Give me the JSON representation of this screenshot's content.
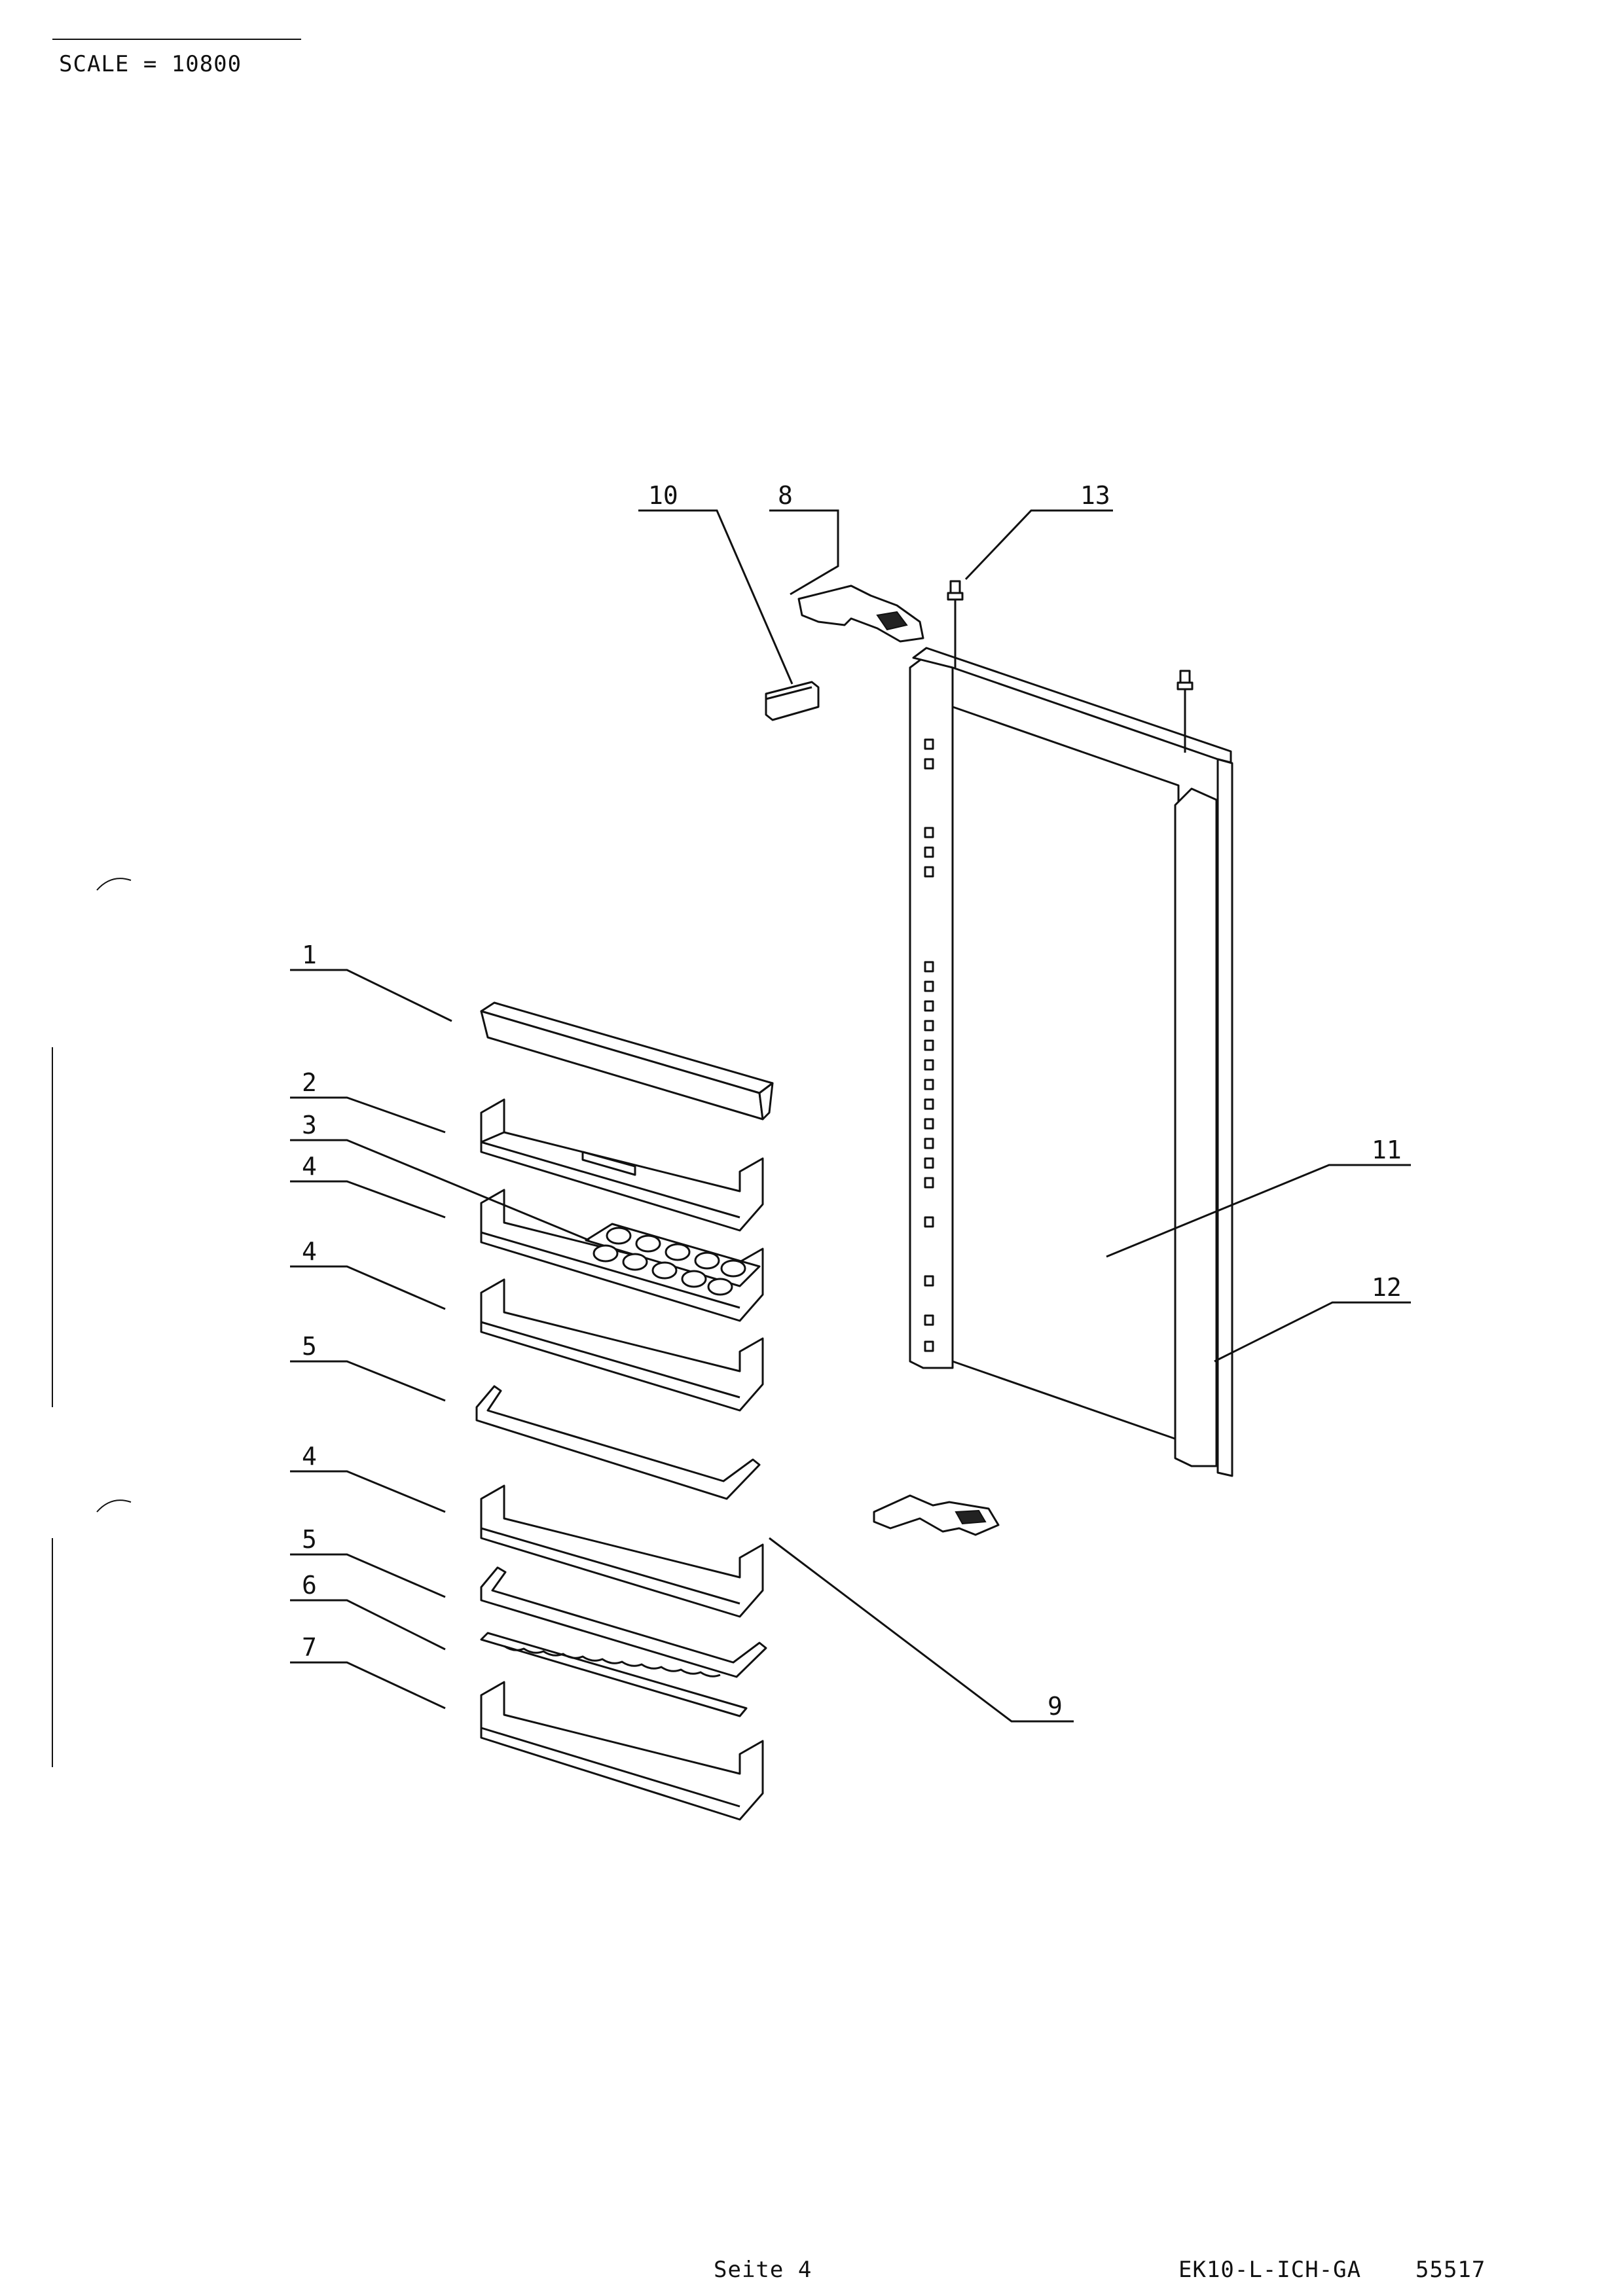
{
  "header": {
    "scale_label": "SCALE = 10800"
  },
  "footer": {
    "page_label": "Seite 4",
    "model_code": "EK10-L-ICH-GA",
    "doc_number": "55517"
  },
  "callouts": [
    "1",
    "2",
    "3",
    "4",
    "4",
    "5",
    "4",
    "5",
    "6",
    "7",
    "8",
    "9",
    "10",
    "11",
    "12",
    "13"
  ]
}
